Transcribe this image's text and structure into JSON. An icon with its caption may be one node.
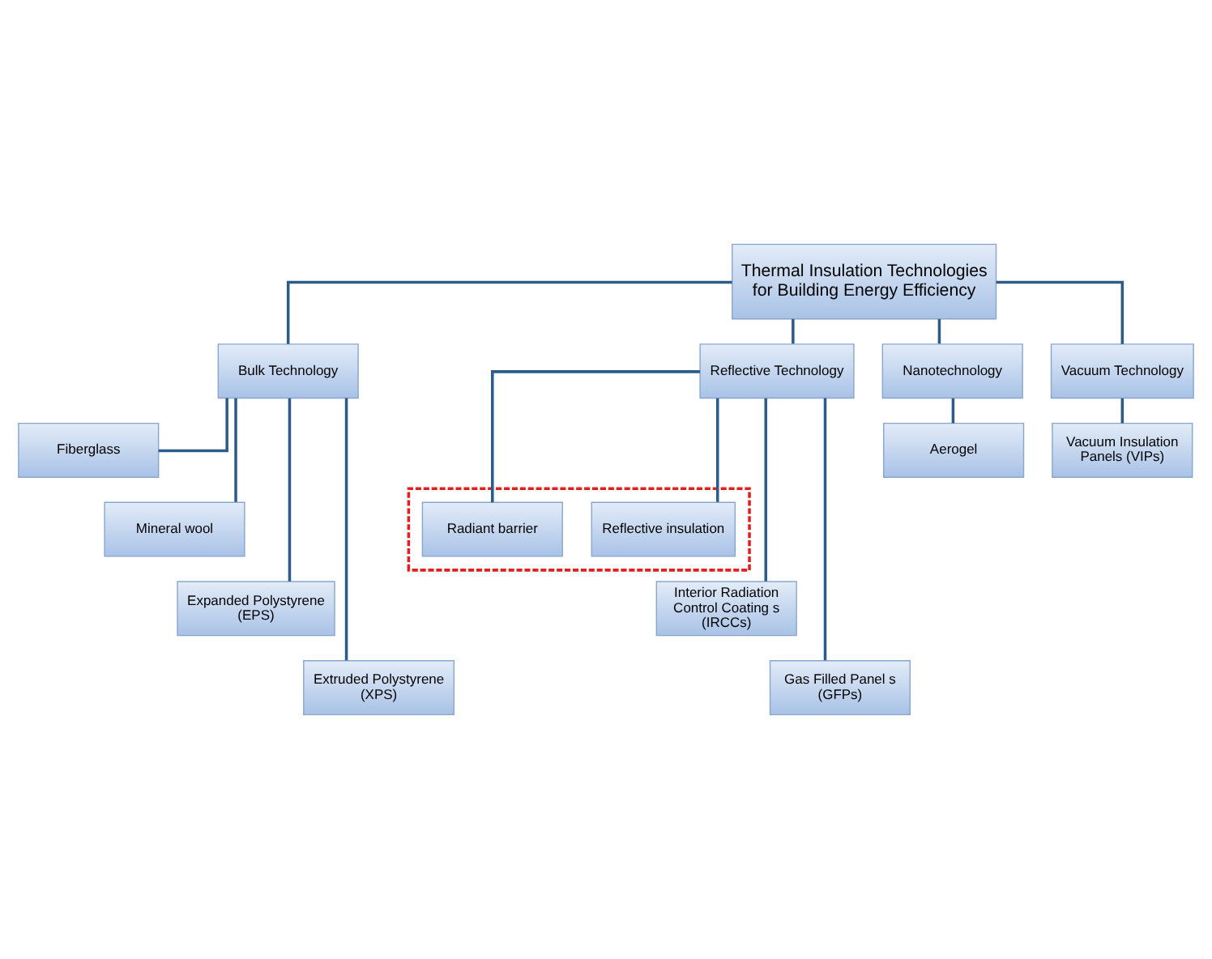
{
  "diagram": {
    "nodes": [
      {
        "text": [
          "Thermal Insulation Technologies for Building Energy Efficiency"
        ]
      },
      {
        "text": [
          "Bulk Technology"
        ]
      },
      {
        "text": [
          "Reflective Technology"
        ]
      },
      {
        "text": [
          "Nanotechnology"
        ]
      },
      {
        "text": [
          "Vacuum Technology"
        ]
      },
      {
        "text": [
          "Fiberglass"
        ]
      },
      {
        "text": [
          "Mineral wool"
        ]
      },
      {
        "text": [
          "Expanded Polystyrene (EPS)"
        ]
      },
      {
        "text": [
          "Extruded Polystyrene (XPS)"
        ]
      },
      {
        "text": [],
        "shape": "box"
      },
      {
        "text": [
          "Radiant barrier"
        ],
        "in": 9
      },
      {
        "text": [
          "Reflective insulation"
        ],
        "in": 9
      },
      {
        "text": [
          "Interior Radiation Control Coating s (IRCCs)"
        ]
      },
      {
        "text": [
          "Gas Filled Panel s (GFPs)"
        ]
      },
      {
        "text": [
          "Aerogel"
        ]
      },
      {
        "text": [
          "Vacuum Insulation Panels (VIPs)"
        ]
      }
    ],
    "edges": [
      {
        "from": 0,
        "to": 1,
        "arrow": "none"
      },
      {
        "from": 0,
        "to": 2,
        "arrow": "none"
      },
      {
        "from": 0,
        "to": 3,
        "arrow": "none"
      },
      {
        "from": 0,
        "to": 4,
        "arrow": "none"
      },
      {
        "from": 1,
        "to": 5,
        "arrow": "none"
      },
      {
        "from": 1,
        "to": 6,
        "arrow": "none"
      },
      {
        "from": 1,
        "to": 7,
        "arrow": "none"
      },
      {
        "from": 1,
        "to": 8,
        "arrow": "none"
      },
      {
        "from": 2,
        "to": 10,
        "arrow": "none"
      },
      {
        "from": 2,
        "to": 11,
        "arrow": "none"
      },
      {
        "from": 2,
        "to": 12,
        "arrow": "none"
      },
      {
        "from": 2,
        "to": 13,
        "arrow": "none"
      },
      {
        "from": 3,
        "to": 14,
        "arrow": "none"
      },
      {
        "from": 4,
        "to": 15,
        "arrow": "none"
      }
    ]
  }
}
